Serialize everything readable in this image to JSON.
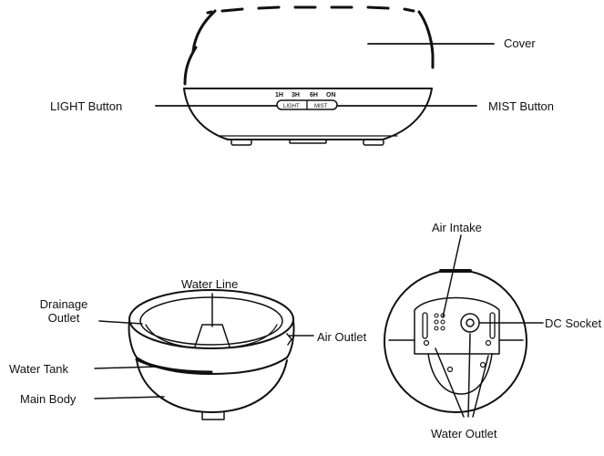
{
  "labels": {
    "cover": "Cover",
    "light_button": "LIGHT Button",
    "mist_button": "MIST Button",
    "water_line": "Water Line",
    "drainage_outlet_line1": "Drainage",
    "drainage_outlet_line2": "Outlet",
    "air_outlet": "Air Outlet",
    "water_tank": "Water Tank",
    "main_body": "Main Body",
    "air_intake": "Air Intake",
    "dc_socket": "DC Socket",
    "water_outlet": "Water Outlet"
  },
  "panel": {
    "timer_1h": "1H",
    "timer_3h": "3H",
    "timer_6h": "6H",
    "timer_on": "ON",
    "light_key": "LIGHT",
    "mist_key": "MIST"
  },
  "colors": {
    "stroke": "#111111",
    "background": "#ffffff"
  }
}
